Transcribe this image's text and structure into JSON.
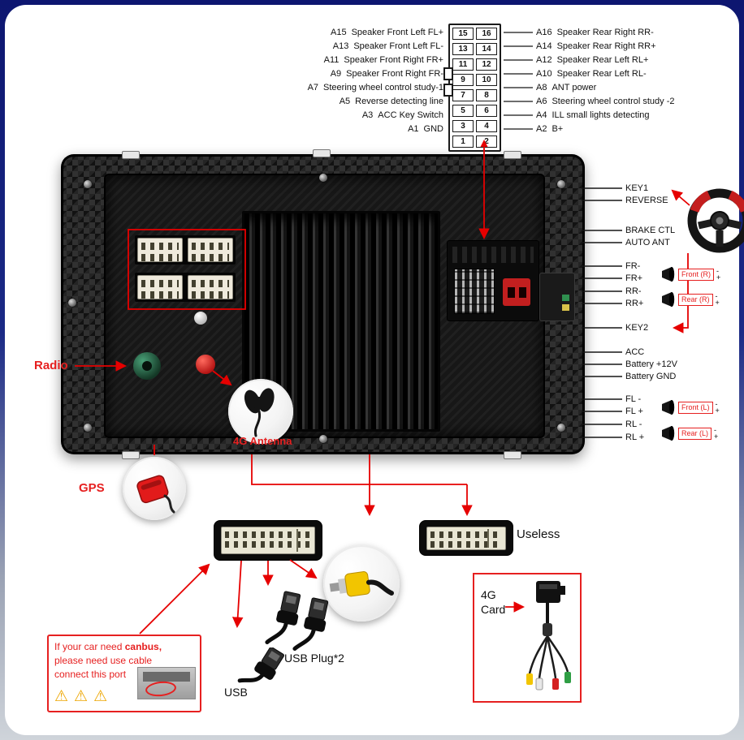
{
  "pinout": {
    "left": [
      {
        "code": "A15",
        "label": "Speaker Front Left FL+",
        "pin": "15"
      },
      {
        "code": "A13",
        "label": "Speaker Front Left FL-",
        "pin": "13"
      },
      {
        "code": "A11",
        "label": "Speaker Front Right FR+",
        "pin": "11"
      },
      {
        "code": "A9",
        "label": "Speaker Front Right FR-",
        "pin": "9"
      },
      {
        "code": "A7",
        "label": "Steering wheel control study-1",
        "pin": "7"
      },
      {
        "code": "A5",
        "label": "Reverse detecting line",
        "pin": "5"
      },
      {
        "code": "A3",
        "label": "ACC Key Switch",
        "pin": "3"
      },
      {
        "code": "A1",
        "label": "GND",
        "pin": "1"
      }
    ],
    "right": [
      {
        "code": "A16",
        "label": "Speaker Rear Right RR-",
        "pin": "16"
      },
      {
        "code": "A14",
        "label": "Speaker Rear Right RR+",
        "pin": "14"
      },
      {
        "code": "A12",
        "label": "Speaker Rear Left RL+",
        "pin": "12"
      },
      {
        "code": "A10",
        "label": "Speaker Rear Left RL-",
        "pin": "10"
      },
      {
        "code": "A8",
        "label": "ANT power",
        "pin": "8"
      },
      {
        "code": "A6",
        "label": "Steering wheel control study -2",
        "pin": "6"
      },
      {
        "code": "A4",
        "label": "ILL small lights detecting",
        "pin": "4"
      },
      {
        "code": "A2",
        "label": "B+",
        "pin": "2"
      }
    ]
  },
  "right_wires": [
    {
      "label": "KEY1"
    },
    {
      "label": "REVERSE"
    },
    {
      "label": "BRAKE CTL"
    },
    {
      "label": "AUTO ANT"
    },
    {
      "label": "FR-"
    },
    {
      "label": "FR+"
    },
    {
      "label": "RR-"
    },
    {
      "label": "RR+"
    },
    {
      "label": "KEY2"
    },
    {
      "label": "ACC"
    },
    {
      "label": "Battery +12V"
    },
    {
      "label": "Battery GND"
    },
    {
      "label": "FL -"
    },
    {
      "label": "FL +"
    },
    {
      "label": "RL -"
    },
    {
      "label": "RL +"
    }
  ],
  "speaker_tags": [
    {
      "label": "Front (R)"
    },
    {
      "label": "Rear (R)"
    },
    {
      "label": "Front (L)"
    },
    {
      "label": "Rear (L)"
    }
  ],
  "polarity": {
    "minus": "-",
    "plus": "+"
  },
  "callouts": {
    "radio": "Radio",
    "gps": "GPS",
    "antenna_4g": "4G Antenna",
    "useless": "Useless",
    "card_4g_line1": "4G",
    "card_4g_line2": "Card",
    "usb_plug": "USB Plug*2",
    "usb": "USB"
  },
  "canbus_note": {
    "prefix": "If your car need ",
    "bold": "canbus,",
    "line2": "please need use cable",
    "line3": "connect this port",
    "warning": "⚠"
  },
  "colors": {
    "arrow_red": "#e60000",
    "note_red": "#e62020",
    "wire_black": "#161616",
    "rca_yellow": "#f2c500",
    "backdrop_navy": "#0d1670"
  }
}
